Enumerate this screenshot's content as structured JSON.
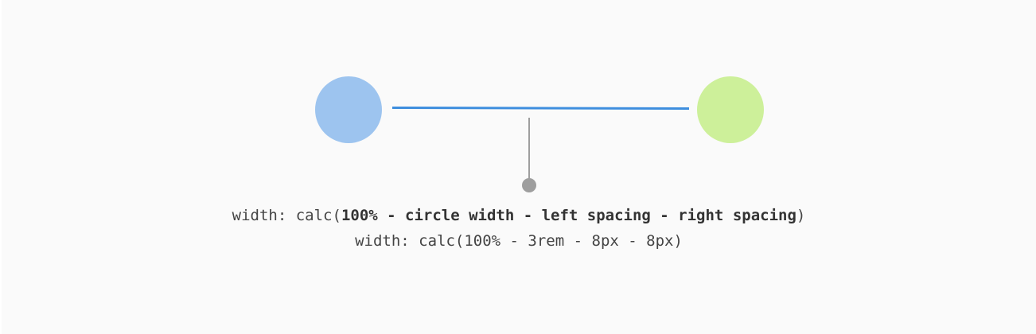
{
  "diagram": {
    "circle_left_color": "#9dc4ef",
    "circle_right_color": "#cdf09a",
    "line_color": "#3e8ede",
    "pointer_color": "#9e9e9e"
  },
  "caption": {
    "formula": {
      "prefix": "width: calc(",
      "bold": "100% - circle width - left spacing - right spacing",
      "suffix": ")"
    },
    "values": "width: calc(100% - 3rem - 8px - 8px)"
  }
}
